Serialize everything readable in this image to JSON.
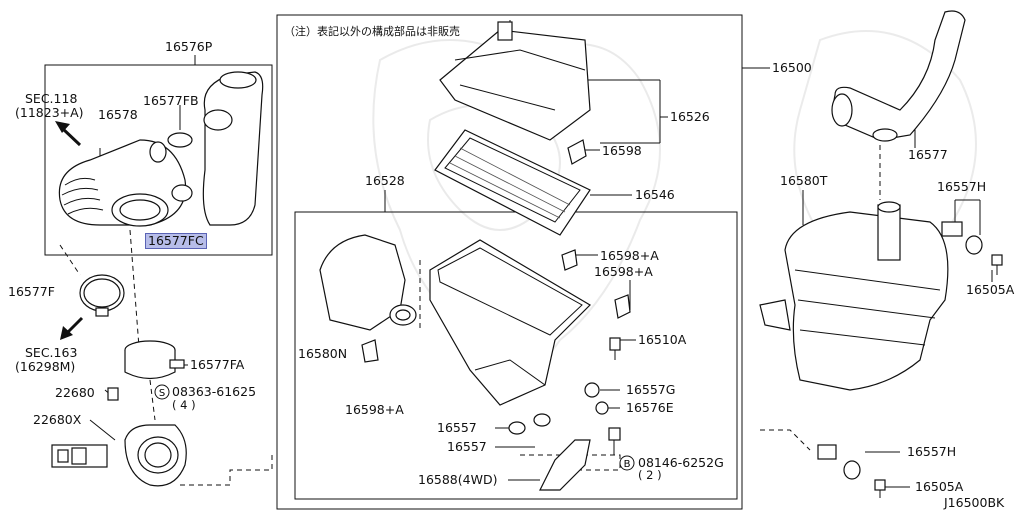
{
  "diagram_code": "J16500BK",
  "note_japanese": "（注）表記以外の構成部品は非販売",
  "parts": {
    "p16576P": "16576P",
    "p16578": "16578",
    "p16577FB": "16577FB",
    "p16577FC": "16577FC",
    "p16577F": "16577F",
    "p16577FA": "16577FA",
    "p22680": "22680",
    "p22680X": "22680X",
    "p08363": "08363-61625",
    "p08363_qty": "( 4 )",
    "p16500": "16500",
    "p16526": "16526",
    "p16598_top": "16598",
    "p16546": "16546",
    "p16528": "16528",
    "p16598A_1": "16598+A",
    "p16598A_2": "16598+A",
    "p16598A_3": "16598+A",
    "p16580N": "16580N",
    "p16510A": "16510A",
    "p16557G": "16557G",
    "p16576E": "16576E",
    "p16557_1": "16557",
    "p16557_2": "16557",
    "p08146": "08146-6252G",
    "p08146_qty": "( 2 )",
    "p16588": "16588(4WD)",
    "p16577": "16577",
    "p16580T": "16580T",
    "p16557H_1": "16557H",
    "p16505A_1": "16505A",
    "p16557H_2": "16557H",
    "p16505A_2": "16505A"
  },
  "sections": {
    "sec118": "SEC.118",
    "sec118_ref": "(11823+A)",
    "sec163": "SEC.163",
    "sec163_ref": "(16298M)"
  },
  "bolt_markers": {
    "s": "S",
    "b": "B"
  },
  "highlight_color": "#b7bde9"
}
